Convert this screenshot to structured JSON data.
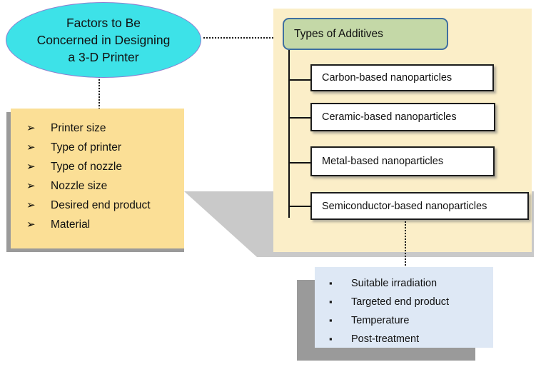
{
  "diagram": {
    "title_node": {
      "text": "Factors to Be Concerned in Designing a 3-D Printer",
      "line1": "Factors to Be",
      "line2": "Concerned in Designing",
      "line3": "a 3-D Printer",
      "fill_color": "#3DE2E8",
      "border_color": "#8C7FD0"
    },
    "factors_box": {
      "fill_color": "#FBDF96",
      "bullet_glyph": "➢",
      "items": [
        "Printer size",
        "Type of printer",
        "Type of nozzle",
        "Nozzle size",
        "Desired end product",
        "Material"
      ]
    },
    "additives_panel": {
      "fill_color": "#FBEEC8",
      "header": {
        "label": "Types of Additives",
        "fill_color": "#C4D8A7",
        "border_color": "#3F6FA0"
      },
      "items": [
        {
          "label": "Carbon-based nanoparticles"
        },
        {
          "label": "Ceramic-based nanoparticles"
        },
        {
          "label": "Metal-based nanoparticles"
        },
        {
          "label": "Semiconductor-based nanoparticles"
        }
      ]
    },
    "considerations_box": {
      "fill_color": "#DEE8F5",
      "bullet_glyph": "▪",
      "items": [
        "Suitable irradiation",
        "Targeted end product",
        "Temperature",
        "Post-treatment"
      ]
    }
  }
}
